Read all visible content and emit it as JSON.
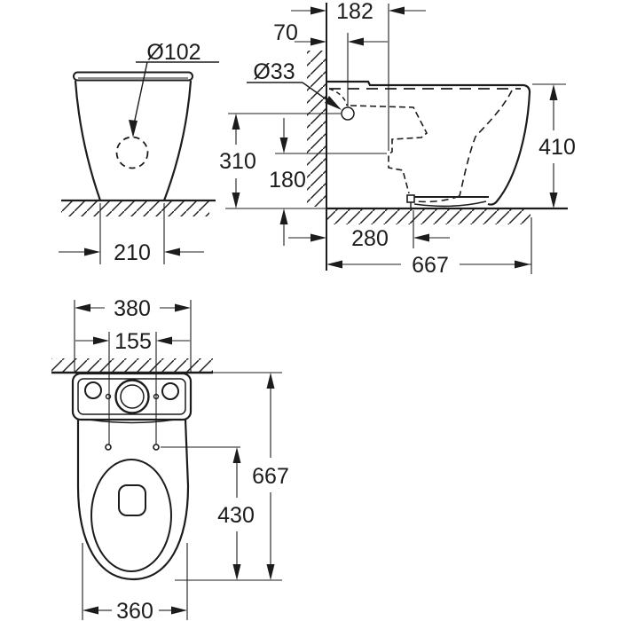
{
  "drawing": {
    "type": "technical-dimension-drawing",
    "subject": "floor-standing toilet with cistern, three orthographic views",
    "colors": {
      "line": "#1c1c1c",
      "background": "#ffffff"
    }
  },
  "views": {
    "front_view": {
      "name": "front elevation",
      "labels": {
        "hole_diameter": "Ø102",
        "base_width": "210"
      }
    },
    "side_view": {
      "name": "side elevation against wall",
      "labels": {
        "hinge_offset": "182",
        "inlet_offset": "70",
        "inlet_diameter": "Ø33",
        "inlet_height": "310",
        "outlet_height": "180",
        "total_height": "410",
        "outlet_offset": "280",
        "total_depth": "667"
      }
    },
    "top_view": {
      "name": "plan view",
      "labels": {
        "cistern_width": "380",
        "hinge_spacing": "155",
        "total_depth": "667",
        "hinge_to_front": "430",
        "bowl_width": "360"
      }
    }
  }
}
